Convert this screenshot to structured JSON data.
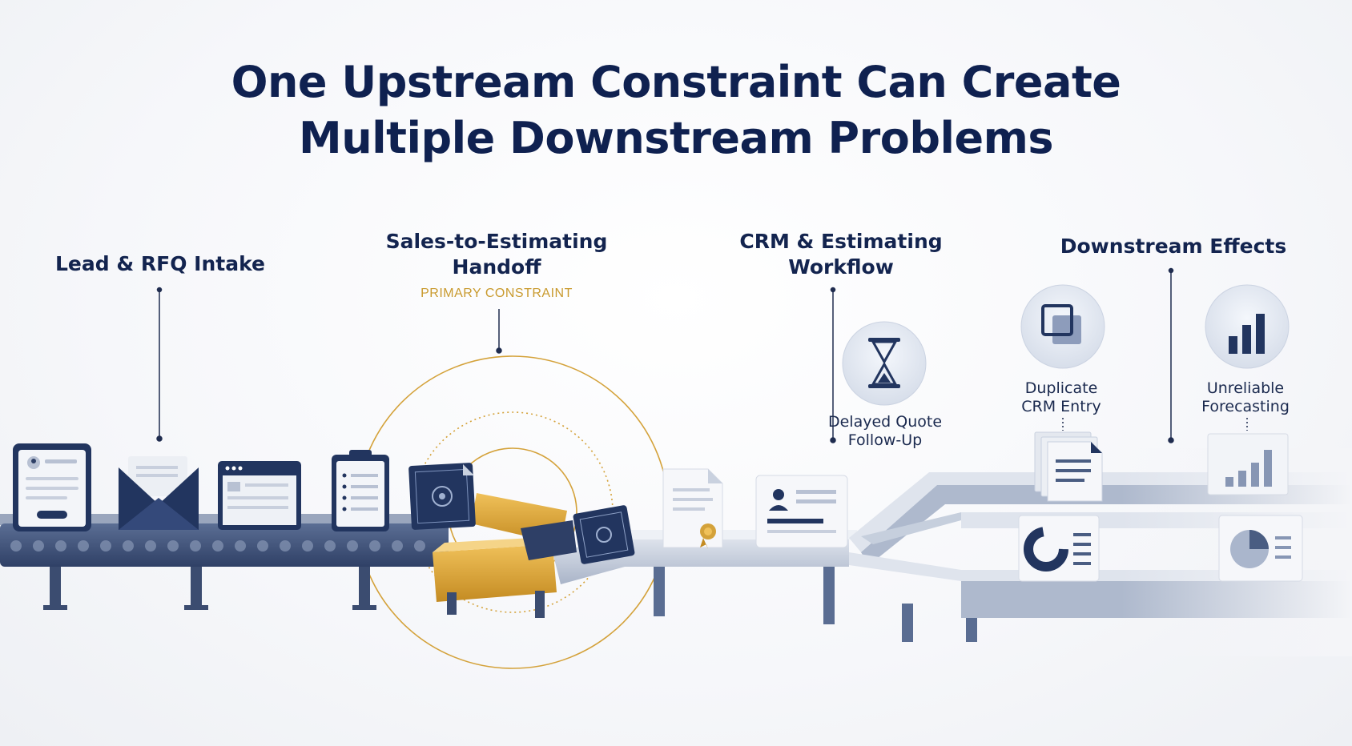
{
  "title": {
    "line1": "One Upstream Constraint Can Create",
    "line2": "Multiple Downstream Problems"
  },
  "stages": {
    "intake": "Lead & RFQ Intake",
    "handoff_line1": "Sales-to-Estimating",
    "handoff_line2": "Handoff",
    "handoff_sub": "PRIMARY CONSTRAINT",
    "crm_line1": "CRM & Estimating",
    "crm_line2": "Workflow",
    "effects": "Downstream Effects"
  },
  "effects": {
    "delayed_line1": "Delayed Quote",
    "delayed_line2": "Follow-Up",
    "duplicate_line1": "Duplicate",
    "duplicate_line2": "CRM Entry",
    "forecast_line1": "Unreliable",
    "forecast_line2": "Forecasting"
  },
  "icons": [
    "profile-card-icon",
    "envelope-icon",
    "browser-window-icon",
    "clipboard-icon",
    "blueprint-icon",
    "certificate-icon",
    "contact-card-icon",
    "hourglass-icon",
    "duplicate-squares-icon",
    "bar-chart-icon",
    "document-stack-icon",
    "donut-chart-icon",
    "pie-chart-icon"
  ],
  "colors": {
    "navy": "#0f2150",
    "accent_gold": "#d4a23a",
    "steel": "#4a5d82",
    "belt_light": "#c9d1df"
  }
}
